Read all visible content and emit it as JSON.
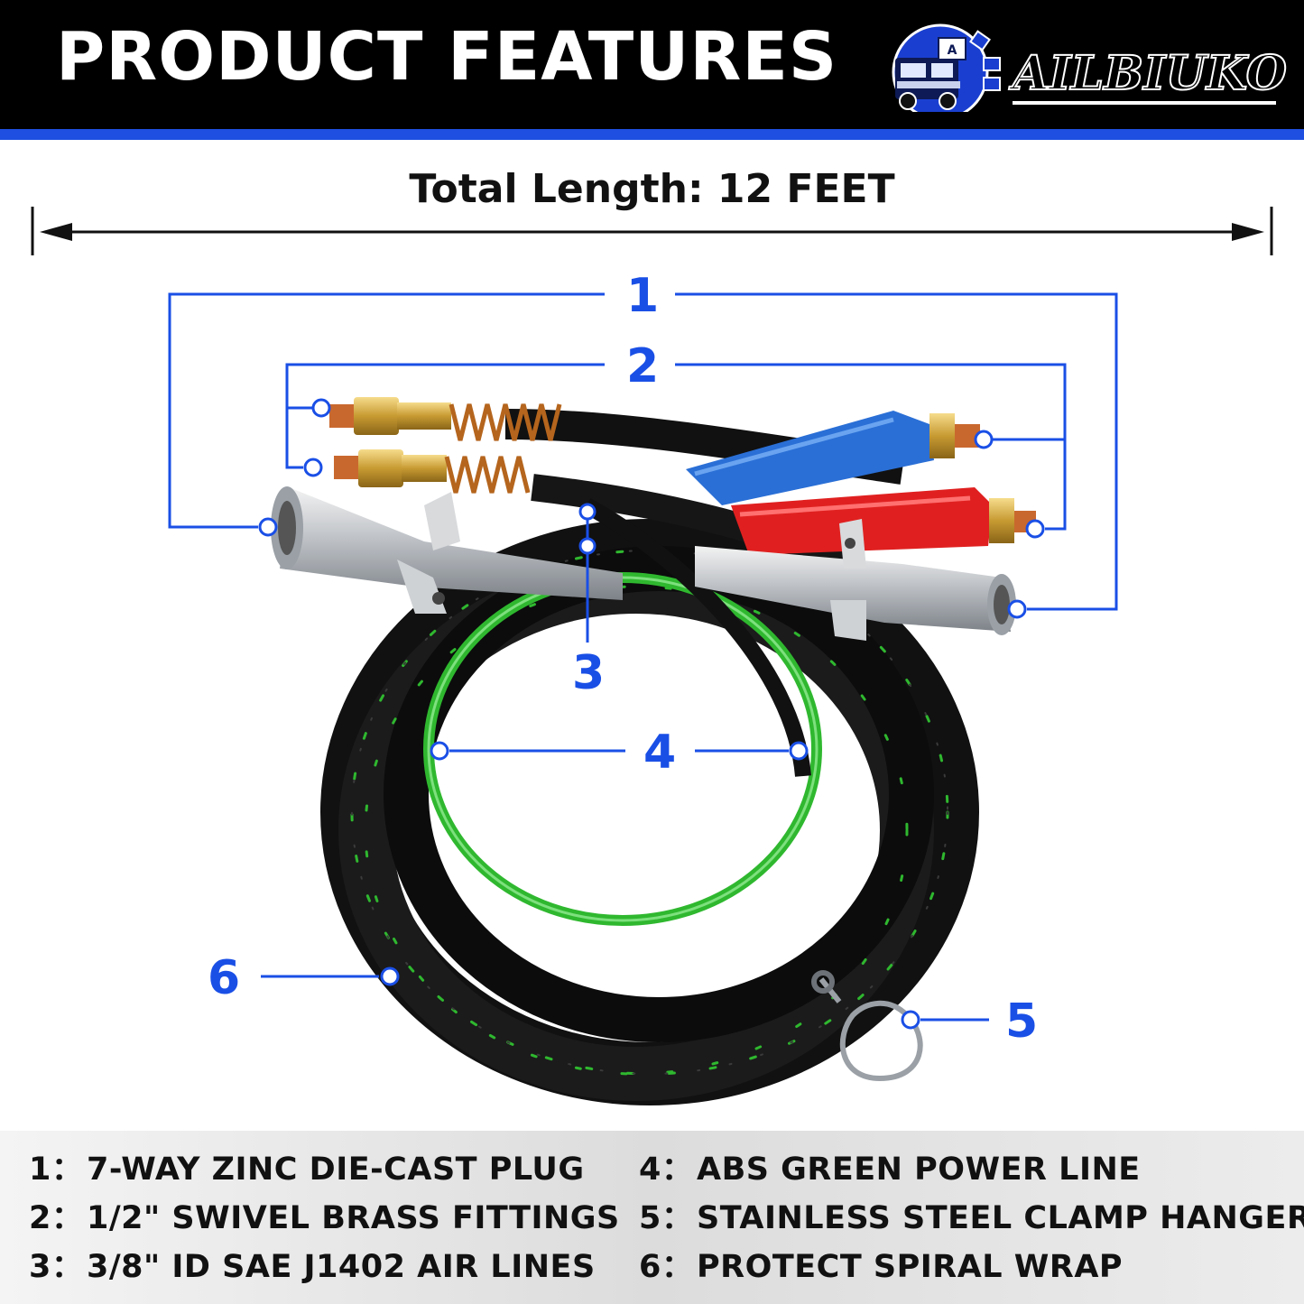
{
  "header": {
    "title": "PRODUCT FEATURES",
    "brand": "AILBIUKO",
    "logo_icon": "truck-gear-logo"
  },
  "dimension": {
    "label": "Total Length: 12 FEET"
  },
  "callouts": {
    "c1": "1",
    "c2": "2",
    "c3": "3",
    "c4": "4",
    "c5": "5",
    "c6": "6"
  },
  "legend": [
    {
      "num": "1：",
      "text": "7-WAY ZINC DIE-CAST PLUG"
    },
    {
      "num": "2：",
      "text": "1/2\" SWIVEL BRASS FITTINGS"
    },
    {
      "num": "3：",
      "text": "3/8\" ID SAE J1402 AIR LINES"
    },
    {
      "num": "4：",
      "text": "ABS GREEN POWER LINE"
    },
    {
      "num": "5：",
      "text": "STAINLESS STEEL CLAMP HANGER"
    },
    {
      "num": "6：",
      "text": "PROTECT SPIRAL WRAP"
    }
  ],
  "colors": {
    "header_bg": "#000000",
    "accent_blue": "#1e4fe0",
    "callout_blue": "#1a4fe6",
    "hose_black": "#141414",
    "power_line_green": "#2fb82f",
    "gladhand_blue": "#2a6fd6",
    "gladhand_red": "#e02020"
  }
}
